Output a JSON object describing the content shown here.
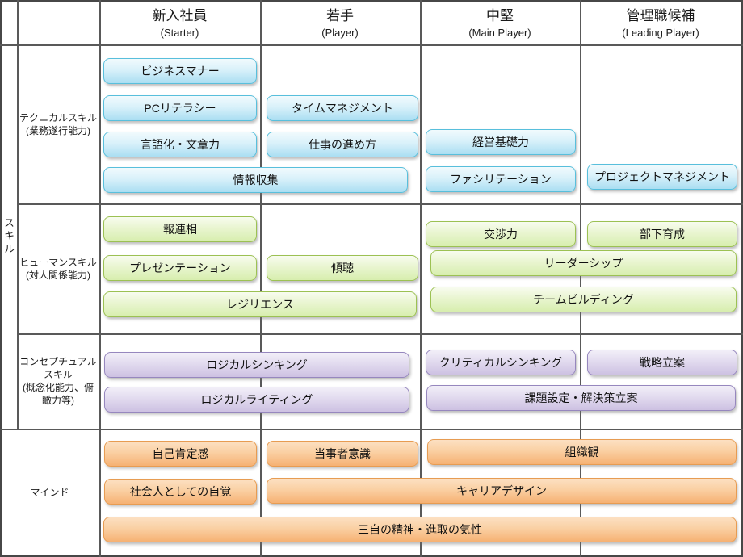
{
  "header": {
    "columns": [
      {
        "main": "新入社員",
        "sub": "(Starter)"
      },
      {
        "main": "若手",
        "sub": "(Player)"
      },
      {
        "main": "中堅",
        "sub": "(Main Player)"
      },
      {
        "main": "管理職候補",
        "sub": "(Leading Player)"
      }
    ]
  },
  "axis": {
    "skill_group": "スキル"
  },
  "colors": {
    "technical": "#58BFDC",
    "human": "#9CC153",
    "conceptual": "#9687BE",
    "mind": "#E79C52",
    "gridline": "#595959"
  },
  "sections": {
    "technical": {
      "category": "テクニカルスキル",
      "category_note": "(業務遂行能力)",
      "items": [
        "ビジネスマナー",
        "PCリテラシー",
        "タイムマネジメント",
        "言語化・文章力",
        "仕事の進め方",
        "経営基礎力",
        "情報収集",
        "ファシリテーション",
        "プロジェクトマネジメント"
      ]
    },
    "human": {
      "category": "ヒューマンスキル",
      "category_note": "(対人関係能力)",
      "items": [
        "報連相",
        "交渉力",
        "部下育成",
        "プレゼンテーション",
        "傾聴",
        "リーダーシップ",
        "レジリエンス",
        "チームビルディング"
      ]
    },
    "conceptual": {
      "category": "コンセプチュアルスキル",
      "category_note": "(概念化能力、俯瞰力等)",
      "items": [
        "ロジカルシンキング",
        "クリティカルシンキング",
        "戦略立案",
        "ロジカルライティング",
        "課題設定・解決策立案"
      ]
    },
    "mind": {
      "category": "マインド",
      "items": [
        "自己肯定感",
        "当事者意識",
        "組織観",
        "社会人としての自覚",
        "キャリアデザイン",
        "三自の精神・進取の気性"
      ]
    }
  }
}
